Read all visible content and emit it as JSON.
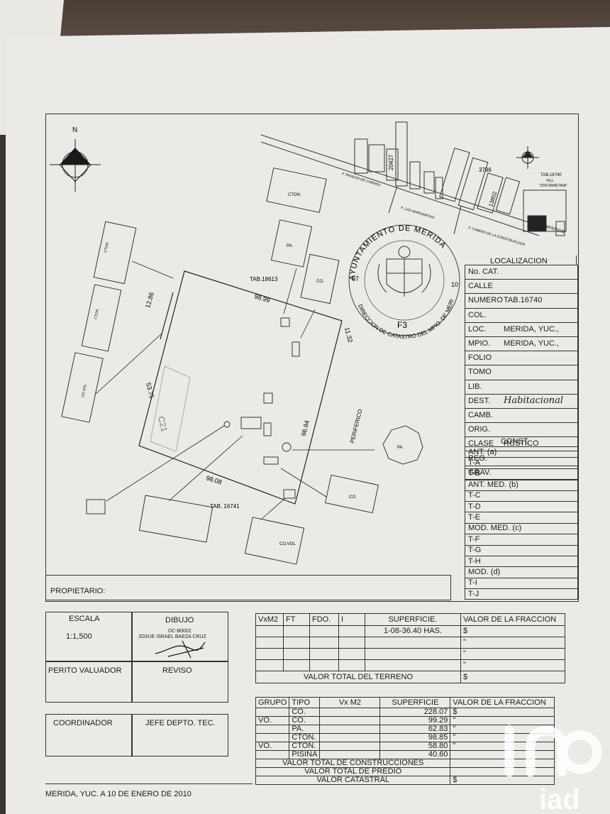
{
  "map": {
    "north_label": "N",
    "seal": {
      "arc_top": "AYUNTAMIENTO DE MERIDA",
      "arc_bottom": "DIRECCION DE CATASTRO DEL MPIO. DE MERIDA",
      "code": "F3",
      "left_num": "07",
      "right_num": "10"
    },
    "labels": {
      "tab_18613": "TAB.18613",
      "tab_16741": "TAB. 16741",
      "periferico": "PERIFERICO",
      "periferico_road": "PERIFERICO",
      "tab_16740_block": "TAB.16740",
      "vill": "VILL.",
      "sta_demetria": "\"STA DEMETRIA\"",
      "street1": "F. PASEOS DE CHENKU",
      "street2": "F. LAS MARGARITAS",
      "street3": "F. CAMINO DE LA CONSTRUCCION",
      "lot_3796": "3796",
      "lot_13802": "13802",
      "lot_20427": "20427"
    },
    "dimensions": {
      "top": "98.99",
      "bottom": "98.08",
      "left": "53.75",
      "right_upper": "11.32",
      "right": "96.94",
      "left_upper": "12.86"
    },
    "buildings": {
      "cton": "CTON.",
      "pa": "PA.",
      "co": "CO.",
      "co_vol": "CO.VOL",
      "c21": "C21"
    }
  },
  "localizacion": {
    "title": "LOCALIZACION",
    "rows": [
      {
        "label": "No. CAT.",
        "value": ""
      },
      {
        "label": "CALLE",
        "value": ""
      },
      {
        "label": "NUMERO",
        "value": "TAB.16740"
      },
      {
        "label": "COL.",
        "value": ""
      },
      {
        "label": "LOC.",
        "value": "MERIDA, YUC.,"
      },
      {
        "label": "MPIO.",
        "value": "MERIDA, YUC.,"
      },
      {
        "label": "FOLIO",
        "value": ""
      },
      {
        "label": "TOMO",
        "value": ""
      },
      {
        "label": "LIB.",
        "value": ""
      },
      {
        "label": "DEST.",
        "value": "Habitacional"
      },
      {
        "label": "CAMB.",
        "value": ""
      },
      {
        "label": "ORIG.",
        "value": ""
      },
      {
        "label": "CLASE",
        "value": "RUSTICO"
      },
      {
        "label": "REG.",
        "value": ""
      },
      {
        "label": "GRAV.",
        "value": ""
      }
    ]
  },
  "const": {
    "title": "CONST.",
    "rows": [
      "ANT. (a)",
      "T-A",
      "T-B",
      "ANT. MED. (b)",
      "T-C",
      "T-D",
      "T-E",
      "MOD. MED. (c)",
      "T-F",
      "T-G",
      "T-H",
      "MOD. (d)",
      "T-I",
      "T-J"
    ]
  },
  "propietario": {
    "label": "PROPIETARIO:"
  },
  "escala": {
    "label": "ESCALA",
    "value": "1:1,500"
  },
  "dibujo": {
    "label": "DIBUJO",
    "code": "DC-B0002",
    "name": "JOSUE ISRAEL BAEZA CRUZ"
  },
  "perito": {
    "label": "PERITO VALUADOR"
  },
  "reviso": {
    "label": "REVISO"
  },
  "coordinador": {
    "label": "COORDINADOR"
  },
  "jefe": {
    "label": "JEFE DEPTO. TEC."
  },
  "fecha": "MERIDA, YUC. A 10 DE ENERO DE 2010",
  "terreno": {
    "headers": [
      "VxM2",
      "FT",
      "FDO.",
      "I",
      "SUPERFICIE.",
      "VALOR DE LA FRACCION"
    ],
    "superficie": "1-08-36.40 HAS.",
    "valor_marks": [
      "$",
      "\"",
      "\"",
      "\""
    ],
    "total_label": "VALOR TOTAL DEL TERRENO",
    "total_value": "$"
  },
  "construcciones": {
    "headers": [
      "GRUPO",
      "TIPO",
      "Vx M2",
      "SUPERFICIE",
      "VALOR DE LA FRACCION"
    ],
    "rows": [
      {
        "grupo": "",
        "tipo": "CO.",
        "superficie": "228.07",
        "valor": "$"
      },
      {
        "grupo": "VO.",
        "tipo": "CO.",
        "superficie": "99.29",
        "valor": "\""
      },
      {
        "grupo": "",
        "tipo": "PA.",
        "superficie": "62.83",
        "valor": "\""
      },
      {
        "grupo": "",
        "tipo": "CTON.",
        "superficie": "98.85",
        "valor": "\""
      },
      {
        "grupo": "VO.",
        "tipo": "CTON.",
        "superficie": "58.80",
        "valor": "\""
      },
      {
        "grupo": "",
        "tipo": "PISINA",
        "superficie": "40.60",
        "valor": ""
      }
    ],
    "totals": [
      {
        "label": "VALOR TOTAL DE CONSTRUCCIONES",
        "value": ""
      },
      {
        "label": "VALOR TOTAL DE PREDIO",
        "value": ""
      },
      {
        "label": "VALOR CATASTRAL",
        "value": "$"
      }
    ]
  },
  "watermark": {
    "text": "iad"
  }
}
